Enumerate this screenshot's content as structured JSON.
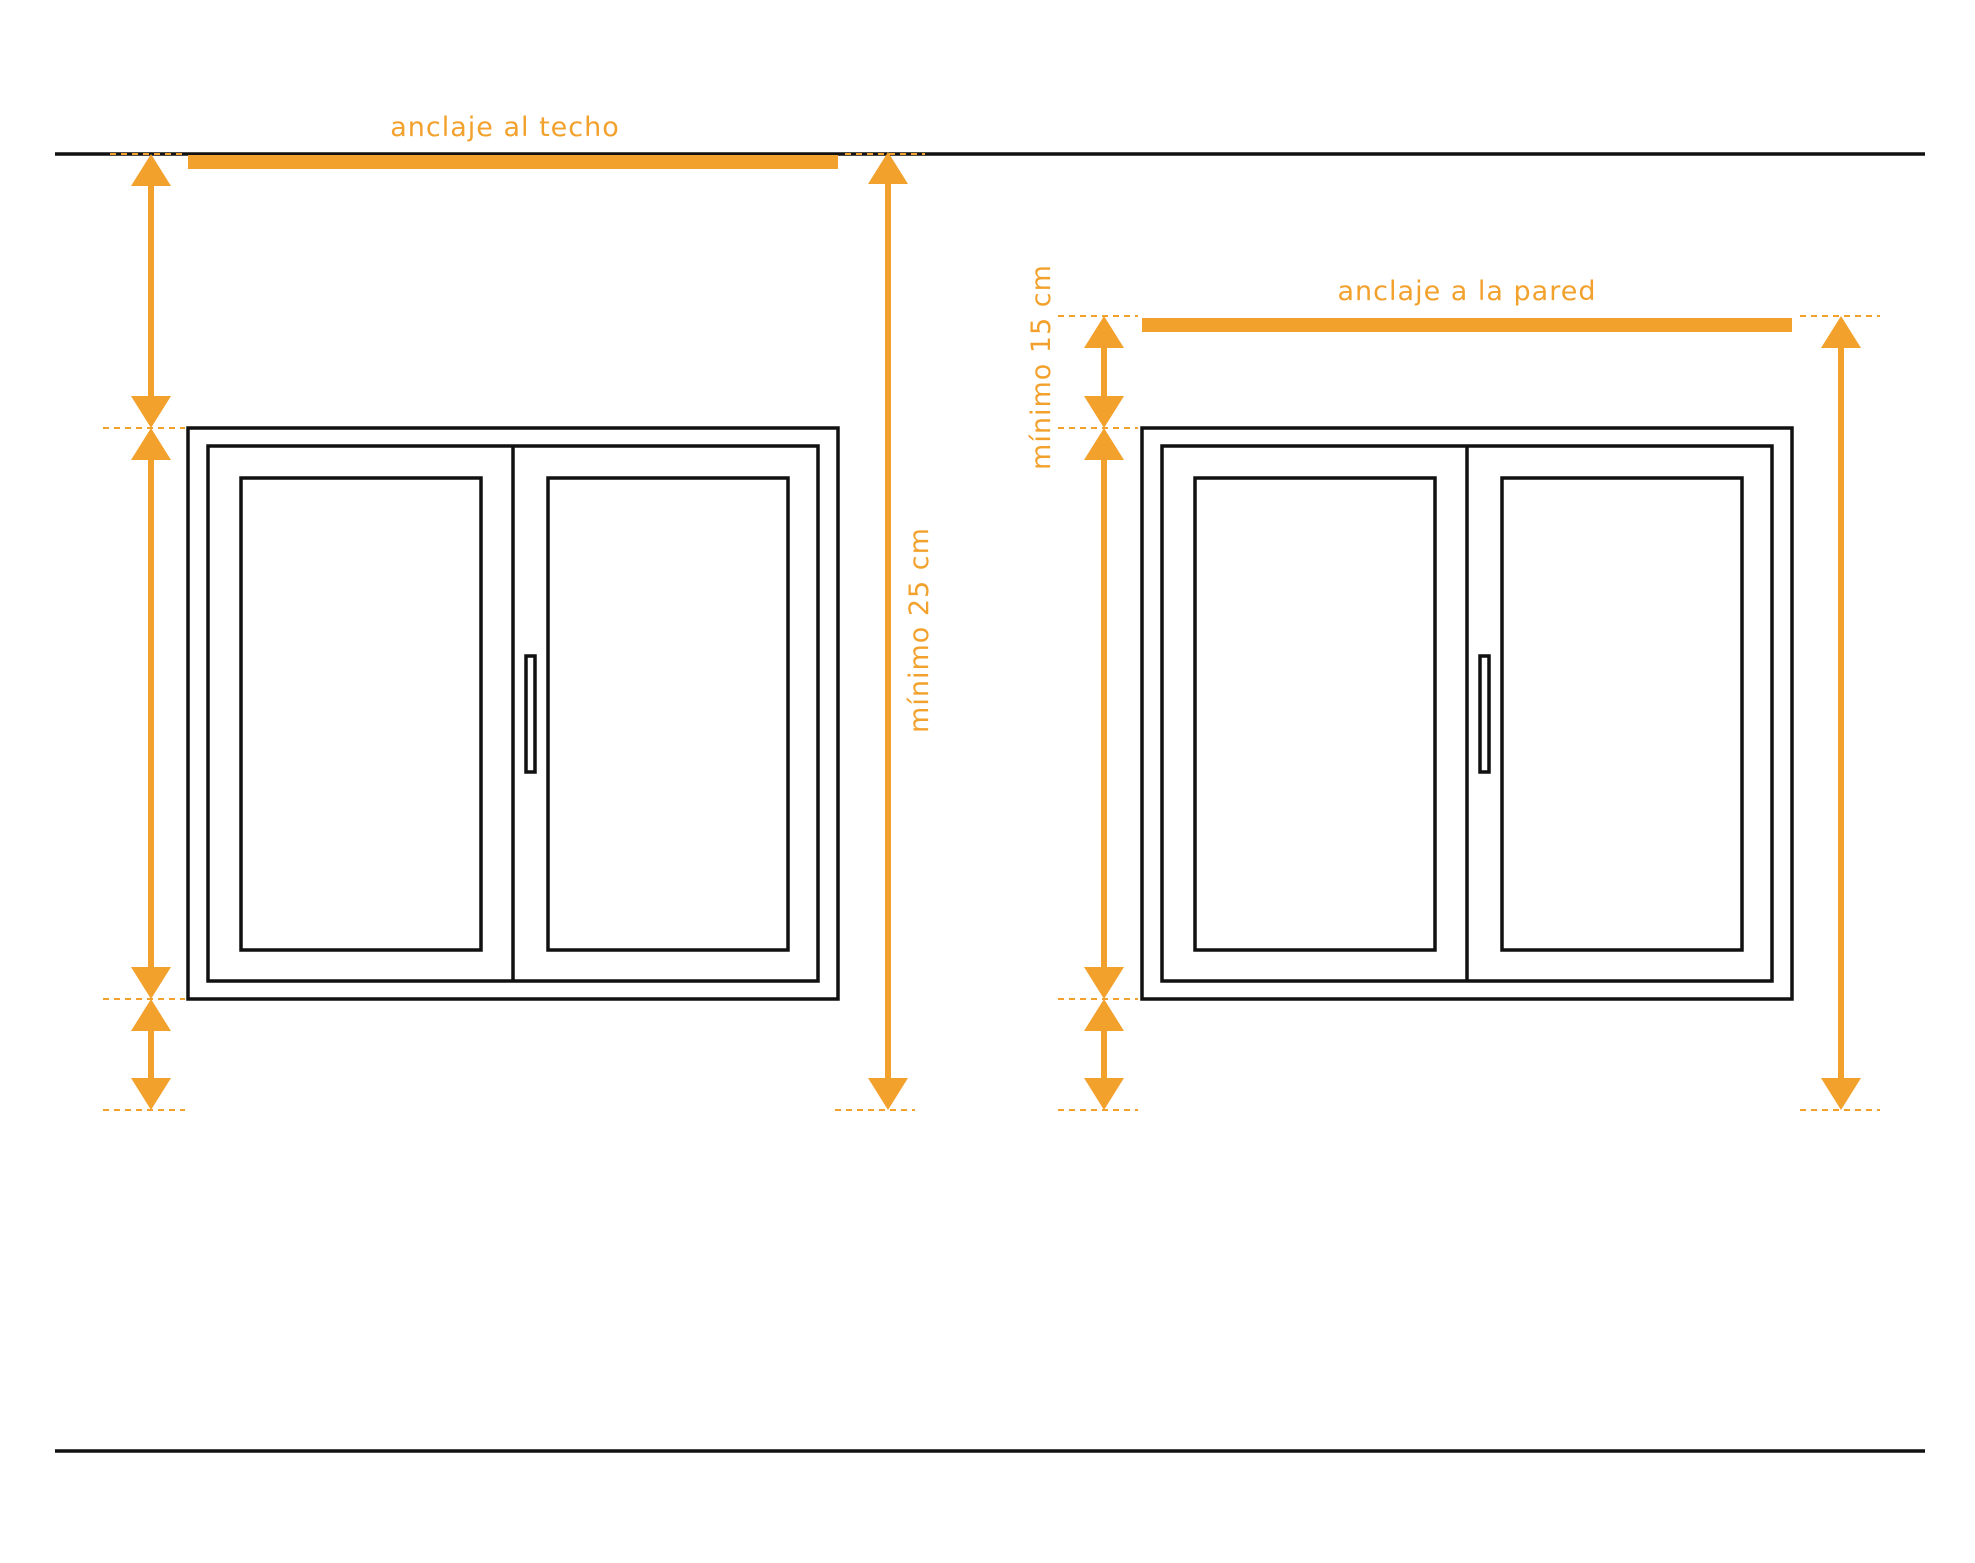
{
  "diagram": {
    "accent_color": "#f2a12d",
    "line_color": "#111111",
    "left": {
      "anchor_label": "anclaje al techo",
      "dimension_label": "mínimo 25 cm"
    },
    "right": {
      "anchor_label": "anclaje a la pared",
      "dimension_label": "mínimo 15 cm"
    }
  }
}
